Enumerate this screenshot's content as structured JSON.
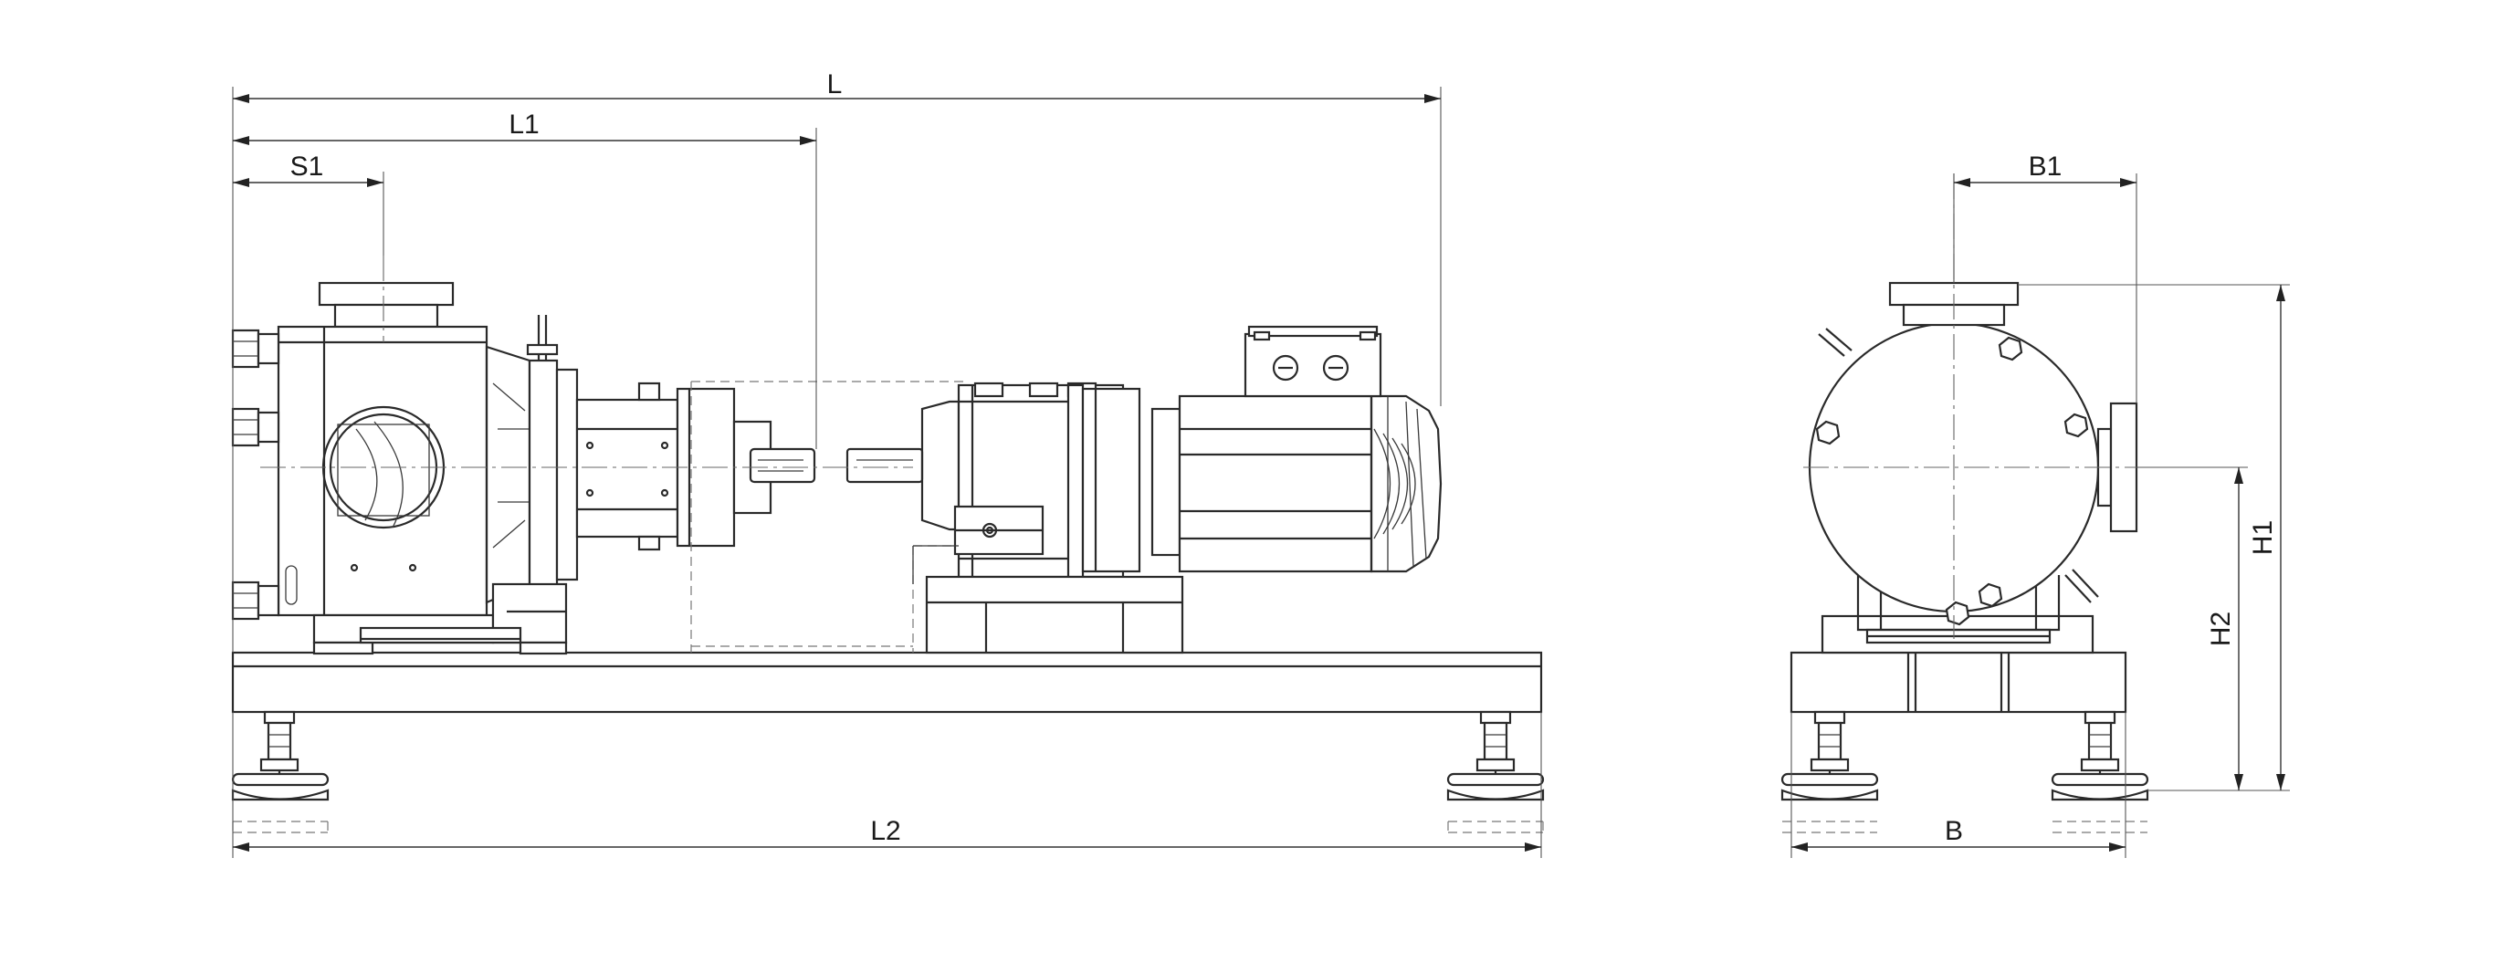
{
  "dimensions": {
    "L": "L",
    "L1": "L1",
    "S1": "S1",
    "L2": "L2",
    "B1": "B1",
    "B": "B",
    "H1": "H1",
    "H2": "H2"
  },
  "colors": {
    "line": "#2a2a2a",
    "background": "#ffffff"
  }
}
